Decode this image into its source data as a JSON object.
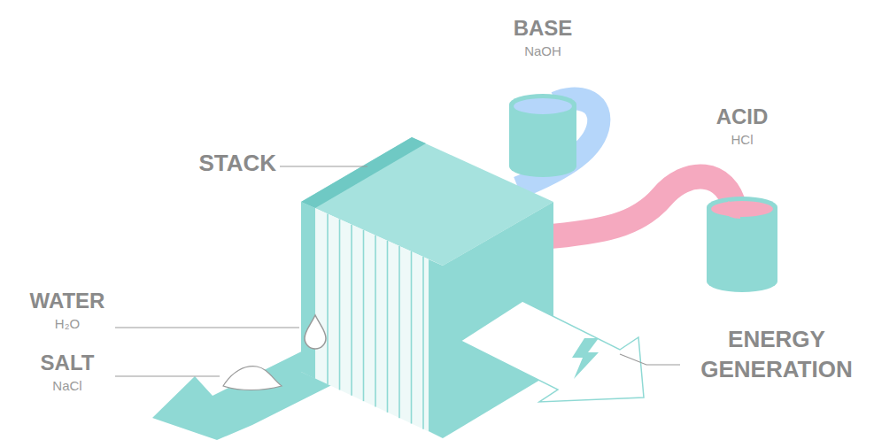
{
  "diagram": {
    "labels": [
      "STACK",
      "BASE",
      "NaOH",
      "ACID",
      "HCl",
      "WATER",
      "H₂O",
      "SALT",
      "NaCl",
      "ENERGY GENERATION"
    ]
  }
}
